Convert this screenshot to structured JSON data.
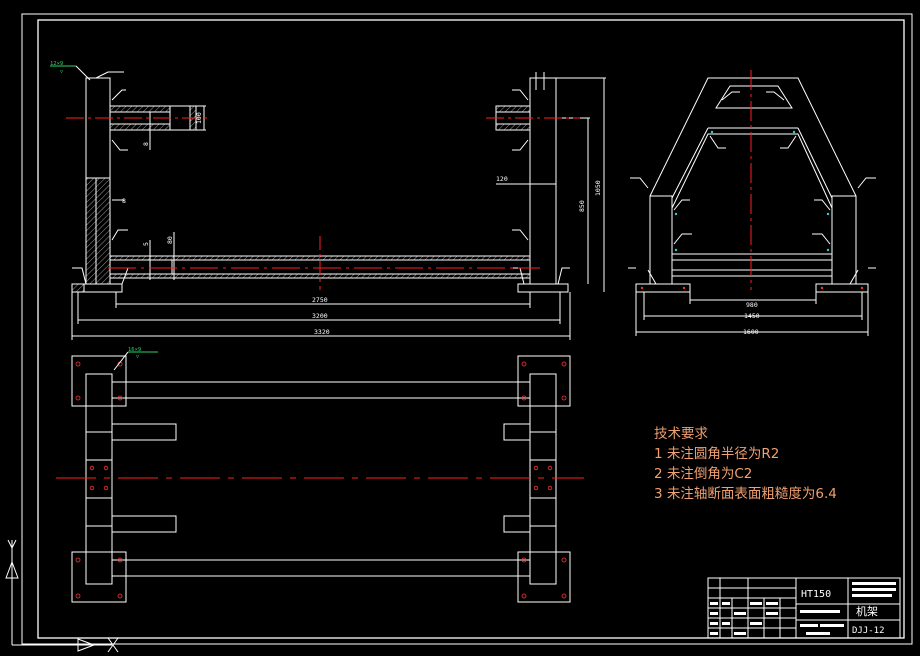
{
  "requirements": {
    "title": "技术要求",
    "items": [
      "1 未注圆角半径为R2",
      "2 未注倒角为C2",
      "3 未注轴断面表面粗糙度为6.4"
    ]
  },
  "title_block": {
    "material": "HT150",
    "part_name": "机架",
    "drawing_no": "DJJ-12"
  },
  "front_view": {
    "dim_2750": "2750",
    "dim_3200": "3200",
    "dim_3320": "3320",
    "dim_120": "120",
    "dim_850": "850",
    "dim_1050": "1050",
    "dim_100": "100",
    "dim_80": "80",
    "dim_8a": "8",
    "dim_8b": "8",
    "dim_5": "5"
  },
  "side_view": {
    "dim_980": "980",
    "dim_1450": "1450",
    "dim_1600": "1600"
  },
  "welds": {
    "front_weld": "12×9",
    "top_weld": "16×9"
  },
  "colors": {
    "line": "#ffffff",
    "centerline": "#ff2020",
    "dimension": "#ffffff",
    "hatch": "#ffffff",
    "weld_symbol": "#30d060",
    "leader": "#ff3030",
    "requirements_text": "#f0a070"
  }
}
